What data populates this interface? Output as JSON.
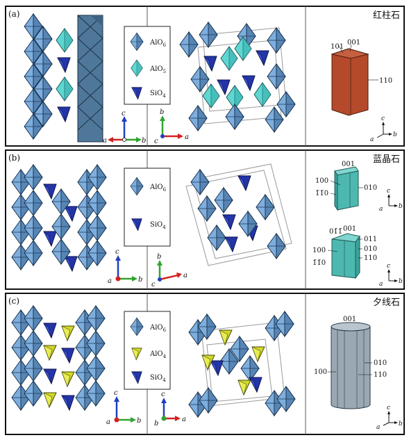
{
  "panels": [
    {
      "label": "(a)",
      "mineral": "红柱石",
      "legend": [
        {
          "formula": "AlO",
          "sub": "6",
          "icon": "octahedron-icon",
          "color": "#5b93c8"
        },
        {
          "formula": "AlO",
          "sub": "5",
          "icon": "bipyramid-icon",
          "color": "#5ed6d2"
        },
        {
          "formula": "SiO",
          "sub": "4",
          "icon": "tetrahedron-icon",
          "color": "#2435a8"
        }
      ],
      "axes_left": {
        "up": "c",
        "left": "a",
        "right": "b"
      },
      "axes_mid": {
        "up": "b",
        "lower": "c",
        "right": "a"
      },
      "axes_crystal": {
        "up": "c",
        "left": "a",
        "right": "b"
      },
      "crystal_labels": [
        "101",
        "001",
        "110"
      ],
      "crystal_color": "#b44a2b"
    },
    {
      "label": "(b)",
      "mineral": "蓝晶石",
      "legend": [
        {
          "formula": "AlO",
          "sub": "6",
          "icon": "octahedron-icon",
          "color": "#5b93c8"
        },
        {
          "formula": "SiO",
          "sub": "4",
          "icon": "tetrahedron-icon",
          "color": "#2435a8"
        }
      ],
      "axes_left": {
        "up": "c",
        "lower": "a",
        "right": "b"
      },
      "axes_mid": {
        "up": "b",
        "lower": "c",
        "right": "a"
      },
      "axes_crystal": {
        "up": "c",
        "lower": "a",
        "right": "b"
      },
      "crystal1_labels": [
        "001",
        "100",
        "1̄1̄0",
        "010"
      ],
      "crystal2_labels": [
        "01̄1̄",
        "001",
        "011",
        "100",
        "010",
        "1̄1̄0",
        "110"
      ],
      "crystal_color": "#4db8b0"
    },
    {
      "label": "(c)",
      "mineral": "夕线石",
      "legend": [
        {
          "formula": "AlO",
          "sub": "6",
          "icon": "octahedron-icon",
          "color": "#5b93c8"
        },
        {
          "formula": "AlO",
          "sub": "4",
          "icon": "tetrahedron-icon",
          "color": "#d2d82a"
        },
        {
          "formula": "SiO",
          "sub": "4",
          "icon": "tetrahedron-icon",
          "color": "#2435a8"
        }
      ],
      "axes_left": {
        "up": "c",
        "left": "a",
        "right": "b"
      },
      "axes_mid": {
        "up": "c",
        "lower": "b",
        "right": "a"
      },
      "axes_crystal": {
        "up": "c",
        "left": "a",
        "right": "b"
      },
      "crystal_labels": [
        "001",
        "100",
        "010",
        "110"
      ],
      "crystal_color": "#9aa8b4"
    }
  ],
  "colors": {
    "octa": "#5b93c8",
    "octa_dark": "#2e5d8a",
    "alo5": "#5ed6d2",
    "sio4": "#2435a8",
    "alo4": "#d2d82a",
    "axis_red": "#d42020",
    "axis_green": "#2fa52f",
    "axis_blue": "#1f3fc0"
  }
}
